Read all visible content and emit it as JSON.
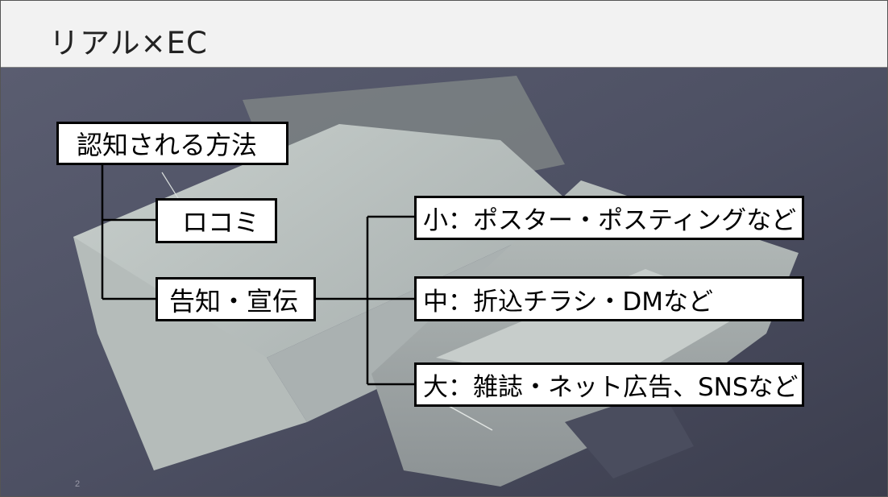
{
  "slide": {
    "title": "リアル×EC",
    "page_number": "2"
  },
  "diagram": {
    "root": "認知される方法",
    "branch_word_of_mouth": "ロコミ",
    "branch_advertising": "告知・宣伝",
    "scale_small": "小：ポスター・ポスティングなど",
    "scale_medium": "中：折込チラシ・DMなど",
    "scale_large": "大：雑誌・ネット広告、SNSなど"
  },
  "colors": {
    "title_bar": "#f2f2f2",
    "photo_background": "#4c4e60",
    "box_fill": "#ffffff",
    "box_border": "#000000"
  }
}
